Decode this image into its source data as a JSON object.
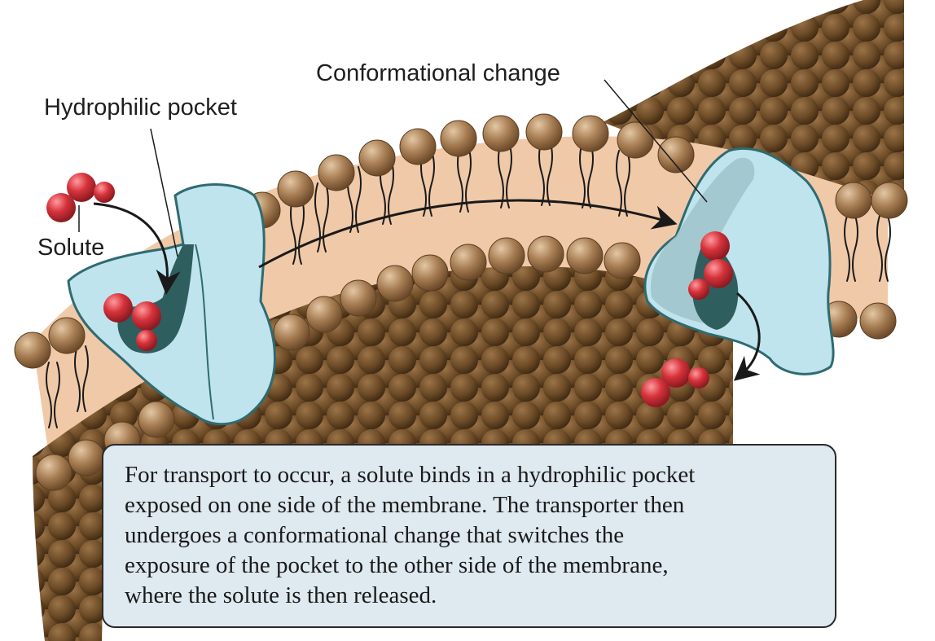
{
  "labels": {
    "hydrophilic_pocket": "Hydrophilic pocket",
    "conformational_change": "Conformational change",
    "solute": "Solute"
  },
  "caption": {
    "lines": [
      "For transport to occur, a solute binds in a hydrophilic pocket",
      "exposed on one side of the membrane. The transporter then",
      "undergoes a conformational change that switches the",
      "exposure of the pocket to the other side of the membrane,",
      "where the solute is then released."
    ]
  },
  "colors": {
    "lipid_head": "#a67c52",
    "lipid_head_light": "#d2b08a",
    "lipid_core": "#f0c9a8",
    "membrane_cut": "#6b4a26",
    "protein_fill": "#bfe4ee",
    "protein_edge": "#2f6b70",
    "pocket": "#2f5e5f",
    "solute": "#d6323b",
    "caption_bg": "#dfe9f0"
  },
  "icons": [
    "curved-arrow-icon",
    "solute-molecule-icon"
  ]
}
